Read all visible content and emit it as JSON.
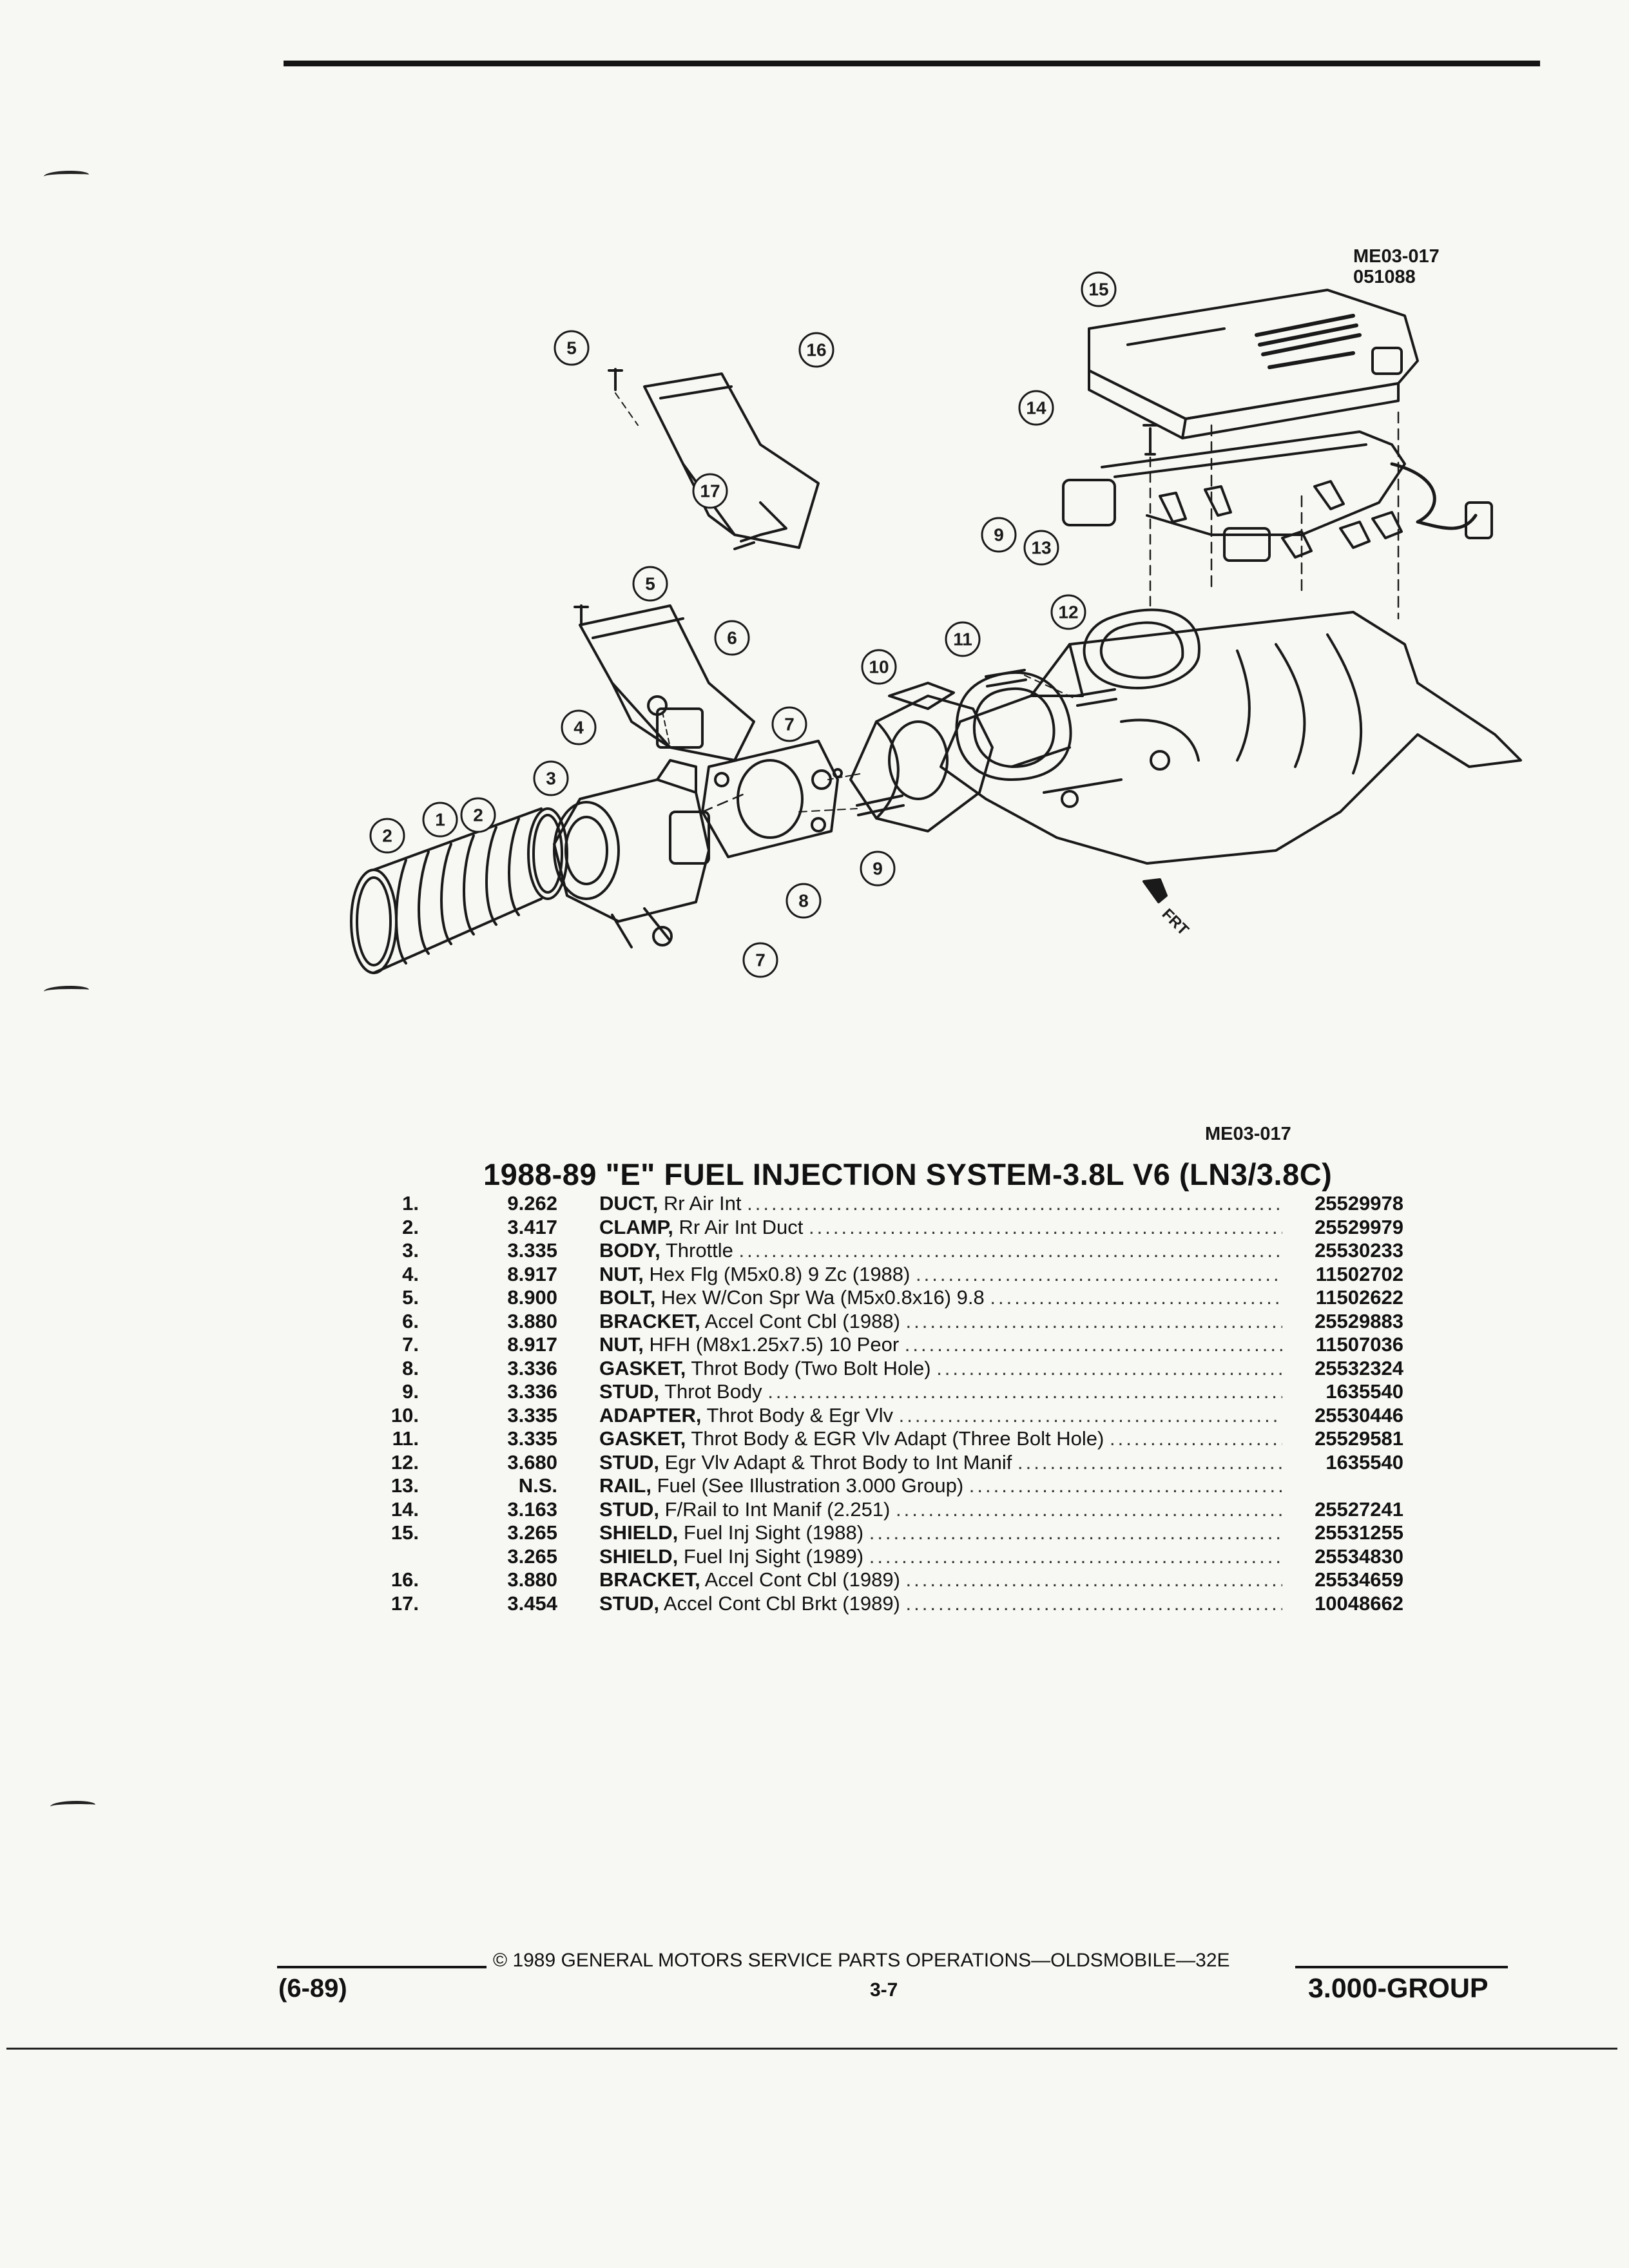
{
  "reference": {
    "code": "ME03-017",
    "date_code": "051088",
    "caption_code": "ME03-017"
  },
  "diagram": {
    "direction_label": "FRT",
    "callouts": [
      "1",
      "2",
      "2",
      "3",
      "4",
      "5",
      "5",
      "6",
      "7",
      "7",
      "8",
      "9",
      "10",
      "11",
      "12",
      "13",
      "14",
      "15",
      "16",
      "17"
    ]
  },
  "title": "1988-89 \"E\" FUEL INJECTION SYSTEM-3.8L V6 (LN3/3.8C)",
  "parts": [
    {
      "num": "1.",
      "code": "9.262",
      "name": "DUCT,",
      "desc": "Rr Air Int",
      "pn": "25529978"
    },
    {
      "num": "2.",
      "code": "3.417",
      "name": "CLAMP,",
      "desc": "Rr Air Int Duct",
      "pn": "25529979"
    },
    {
      "num": "3.",
      "code": "3.335",
      "name": "BODY,",
      "desc": "Throttle",
      "pn": "25530233"
    },
    {
      "num": "4.",
      "code": "8.917",
      "name": "NUT,",
      "desc": "Hex Flg (M5x0.8) 9 Zc (1988)",
      "pn": "11502702"
    },
    {
      "num": "5.",
      "code": "8.900",
      "name": "BOLT,",
      "desc": "Hex W/Con Spr Wa (M5x0.8x16) 9.8",
      "pn": "11502622"
    },
    {
      "num": "6.",
      "code": "3.880",
      "name": "BRACKET,",
      "desc": "Accel Cont Cbl (1988)",
      "pn": "25529883"
    },
    {
      "num": "7.",
      "code": "8.917",
      "name": "NUT,",
      "desc": "HFH (M8x1.25x7.5) 10 Peor",
      "pn": "11507036"
    },
    {
      "num": "8.",
      "code": "3.336",
      "name": "GASKET,",
      "desc": "Throt Body (Two Bolt Hole)",
      "pn": "25532324"
    },
    {
      "num": "9.",
      "code": "3.336",
      "name": "STUD,",
      "desc": "Throt Body",
      "pn": "1635540"
    },
    {
      "num": "10.",
      "code": "3.335",
      "name": "ADAPTER,",
      "desc": "Throt Body & Egr Vlv",
      "pn": "25530446"
    },
    {
      "num": "11.",
      "code": "3.335",
      "name": "GASKET,",
      "desc": "Throt Body & EGR Vlv Adapt (Three Bolt Hole)",
      "pn": "25529581"
    },
    {
      "num": "12.",
      "code": "3.680",
      "name": "STUD,",
      "desc": "Egr Vlv Adapt & Throt Body to Int Manif",
      "pn": "1635540"
    },
    {
      "num": "13.",
      "code": "N.S.",
      "name": "RAIL,",
      "desc": "Fuel (See Illustration 3.000 Group)",
      "pn": ""
    },
    {
      "num": "14.",
      "code": "3.163",
      "name": "STUD,",
      "desc": "F/Rail to Int Manif (2.251)",
      "pn": "25527241"
    },
    {
      "num": "15.",
      "code": "3.265",
      "name": "SHIELD,",
      "desc": "Fuel Inj Sight (1988)",
      "pn": "25531255"
    },
    {
      "num": "",
      "code": "3.265",
      "name": "SHIELD,",
      "desc": "Fuel Inj Sight (1989)",
      "pn": "25534830"
    },
    {
      "num": "16.",
      "code": "3.880",
      "name": "BRACKET,",
      "desc": "Accel Cont Cbl (1989)",
      "pn": "25534659"
    },
    {
      "num": "17.",
      "code": "3.454",
      "name": "STUD,",
      "desc": "Accel Cont Cbl Brkt (1989)",
      "pn": "10048662"
    }
  ],
  "footer": {
    "copyright": "© 1989 GENERAL MOTORS SERVICE PARTS OPERATIONS—OLDSMOBILE—32E",
    "revision": "(6-89)",
    "page": "3-7",
    "group": "3.000-GROUP"
  }
}
